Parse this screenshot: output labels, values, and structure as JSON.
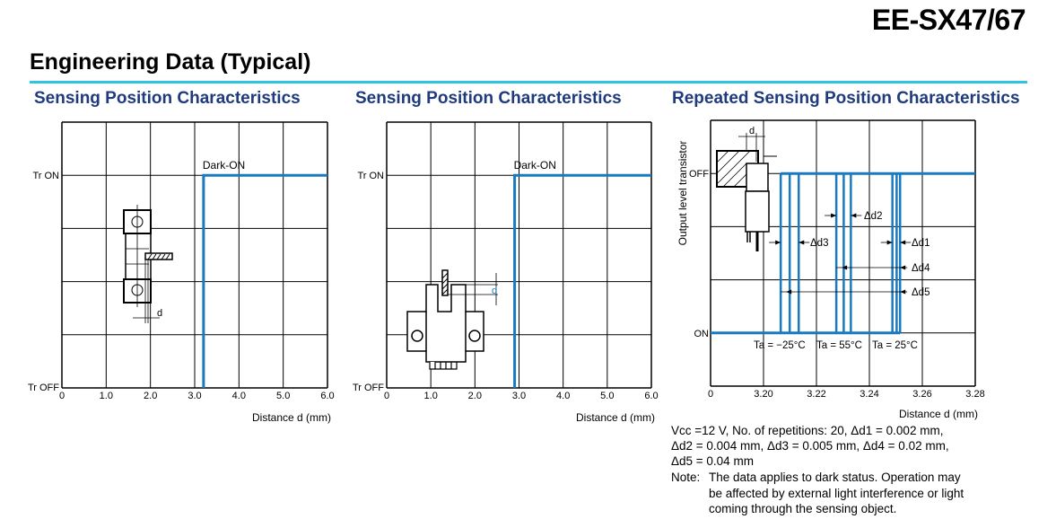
{
  "header": {
    "model": "EE-SX47/67",
    "section_title": "Engineering Data (Typical)"
  },
  "colors": {
    "accent_rule": "#2ec4e0",
    "subtitle": "#1f3a7d",
    "trace": "#1a7abf"
  },
  "chart_data": [
    {
      "type": "line",
      "title": "Sensing Position Characteristics",
      "xlabel": "Distance d (mm)",
      "x_ticks": [
        "0",
        "1.0",
        "2.0",
        "3.0",
        "4.0",
        "5.0",
        "6.0"
      ],
      "xlim": [
        0,
        6
      ],
      "y_labels": {
        "on": "Tr ON",
        "off": "Tr OFF"
      },
      "series": [
        {
          "name": "Dark-ON",
          "switch_x": 3.2,
          "points": [
            [
              3.2,
              "Tr OFF"
            ],
            [
              3.2,
              "Tr ON"
            ],
            [
              6.0,
              "Tr ON"
            ]
          ]
        }
      ],
      "annotation": "Dark-ON",
      "diagram_label": "d",
      "grid": true
    },
    {
      "type": "line",
      "title": "Sensing Position Characteristics",
      "xlabel": "Distance d (mm)",
      "x_ticks": [
        "0",
        "1.0",
        "2.0",
        "3.0",
        "4.0",
        "5.0",
        "6.0"
      ],
      "xlim": [
        0,
        6
      ],
      "y_labels": {
        "on": "Tr ON",
        "off": "Tr OFF"
      },
      "series": [
        {
          "name": "Dark-ON",
          "switch_x": 2.9,
          "points": [
            [
              2.9,
              "Tr OFF"
            ],
            [
              2.9,
              "Tr ON"
            ],
            [
              6.0,
              "Tr ON"
            ]
          ]
        }
      ],
      "annotation": "Dark-ON",
      "diagram_label": "d",
      "grid": true
    },
    {
      "type": "line",
      "title": "Repeated Sensing Position Characteristics",
      "xlabel": "Distance d (mm)",
      "ylabel": "Output level transistor",
      "x_ticks": [
        "0",
        "3.20",
        "3.22",
        "3.24",
        "3.26",
        "3.28"
      ],
      "x_tick_values": [
        null,
        3.2,
        3.22,
        3.24,
        3.26,
        3.28
      ],
      "y_labels": {
        "off": "OFF",
        "on": "ON"
      },
      "series": [
        {
          "name": "Ta = −25°C",
          "switch_x": [
            3.2065,
            3.2099,
            3.2133
          ]
        },
        {
          "name": "Ta = 55°C",
          "switch_x": [
            3.2275,
            3.2303,
            3.233
          ]
        },
        {
          "name": "Ta = 25°C",
          "switch_x": [
            3.2487,
            3.2503,
            3.2516
          ]
        }
      ],
      "deltas": [
        "Δd1",
        "Δd2",
        "Δd3",
        "Δd4",
        "Δd5"
      ],
      "diagram_label": "d",
      "grid": true
    }
  ],
  "notes": {
    "line1": "Vcc =12 V, No. of repetitions: 20, Δd1 = 0.002 mm,",
    "line2": "Δd2 = 0.004 mm, Δd3 = 0.005 mm, Δd4 = 0.02 mm,",
    "line3": "Δd5 = 0.04 mm",
    "note_label": "Note:",
    "note1": "The data applies to dark status. Operation may",
    "note2": "be affected by external light interference or light",
    "note3": "coming through the sensing object."
  }
}
